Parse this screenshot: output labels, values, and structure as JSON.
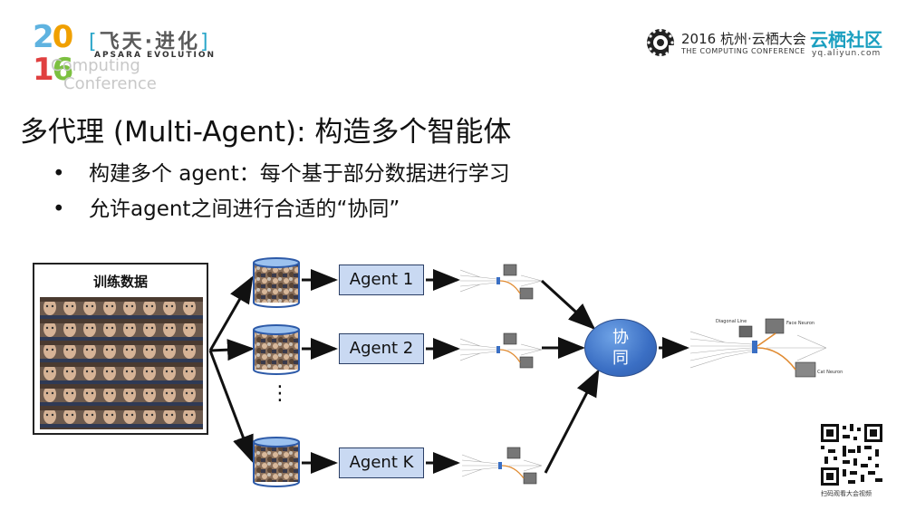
{
  "header": {
    "year_top": "20",
    "year_bottom": "16",
    "event_title": "飞天·进化",
    "event_tagline": "APSARA EVOLUTION",
    "faint_line1": "Computing",
    "faint_line2": "Conference",
    "conference_title": "2016 杭州·云栖大会",
    "conference_subtitle": "THE COMPUTING CONFERENCE",
    "brand_name": "云栖社区",
    "brand_url": "yq.aliyun.com"
  },
  "slide": {
    "title": "多代理 (Multi-Agent): 构造多个智能体",
    "bullets": [
      "构建多个 agent：每个基于部分数据进行学习",
      "允许agent之间进行合适的“协同”"
    ],
    "bullet_symbol": "•"
  },
  "diagram": {
    "training_data_label": "训练数据",
    "agents": [
      "Agent 1",
      "Agent 2",
      "Agent K"
    ],
    "ellipsis": "⋮",
    "coordination_label_line1": "协",
    "coordination_label_line2": "同",
    "network_labels": {
      "top_label": "Diagonal Line",
      "face_label": "Face Neuron",
      "cat_label": "Cat Neuron"
    }
  },
  "qr": {
    "caption": "扫码观看大会视频"
  },
  "colors": {
    "agent_fill": "#c9d9f2",
    "agent_border": "#2b3f66",
    "coordination_fill": "#3b6fc4",
    "brand_teal": "#1a9fc0"
  }
}
